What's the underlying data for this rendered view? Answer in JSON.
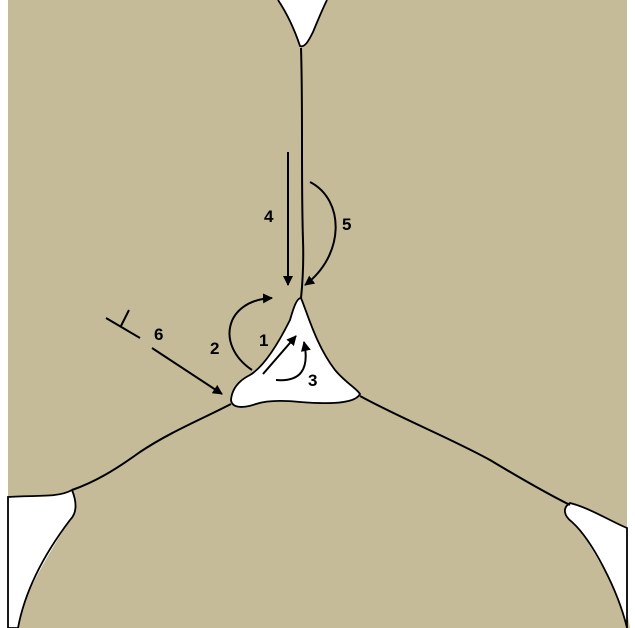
{
  "colors": {
    "grain": "#c6bb98",
    "pore": "#ffffff",
    "line": "#000000"
  },
  "labels": {
    "l1": "1",
    "l2": "2",
    "l3": "3",
    "l4": "4",
    "l5": "5",
    "l6": "6"
  }
}
